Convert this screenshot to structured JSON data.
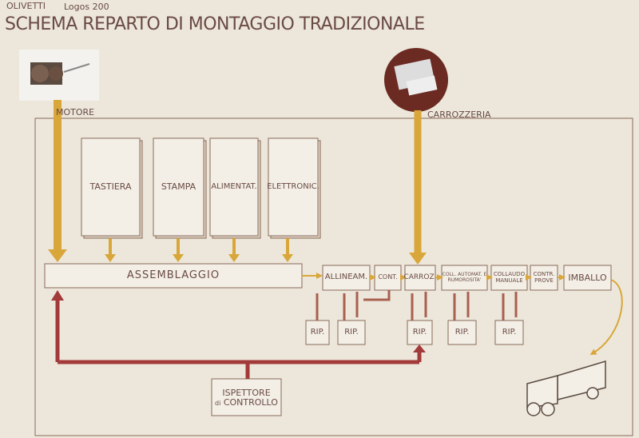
{
  "header": {
    "brand": "OLIVETTI",
    "model": "Logos 200",
    "title": "SCHEMA REPARTO DI MONTAGGIO TRADIZIONALE"
  },
  "inputs": {
    "motor": "MOTORE",
    "body": "CARROZZERIA"
  },
  "subassemblies": [
    "TASTIERA",
    "STAMPA",
    "ALIMENTAT.",
    "ELETTRONIC."
  ],
  "assembly": "ASSEMBLAGGIO",
  "stations": [
    "ALLINEAM.",
    "CONT.",
    "CARROZ.",
    "COLL. AUTOMAT. E RUMOROSITA'",
    "COLLAUDO MANUALE",
    "CONTR. PROVE",
    "IMBALLO"
  ],
  "repairs": [
    "RIP.",
    "RIP.",
    "RIP.",
    "RIP.",
    "RIP."
  ],
  "inspector": {
    "line1": "ISPETTORE",
    "line2": "di",
    "line3": "CONTROLLO"
  },
  "colors": {
    "paper": "#ece7da",
    "ink": "#8a5a4a",
    "yellow": "#d9a63a",
    "red": "#a33a3a"
  }
}
